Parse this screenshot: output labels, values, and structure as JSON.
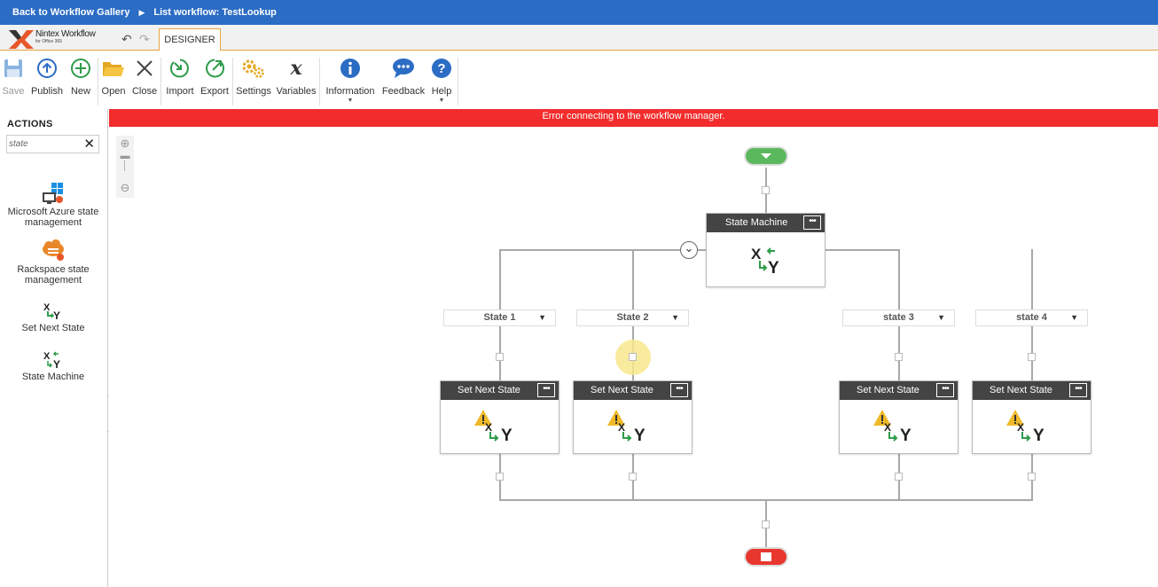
{
  "topbar": {
    "back_label": "Back to Workflow Gallery",
    "separator": "▶",
    "list_label": "List workflow: TestLookup"
  },
  "brand": {
    "name": "Nintex Workflow",
    "sub": "for Office 365"
  },
  "tabs": [
    {
      "label": "DESIGNER",
      "active": true
    }
  ],
  "toolbar": {
    "save": "Save",
    "publish": "Publish",
    "new": "New",
    "open": "Open",
    "close": "Close",
    "import": "Import",
    "export": "Export",
    "settings": "Settings",
    "variables": "Variables",
    "information": "Information",
    "feedback": "Feedback",
    "help": "Help"
  },
  "sidebar": {
    "title": "ACTIONS",
    "search_value": "state",
    "items": [
      {
        "label": "Microsoft Azure state management"
      },
      {
        "label": "Rackspace state management"
      },
      {
        "label": "Set Next State"
      },
      {
        "label": "State Machine"
      }
    ]
  },
  "canvas": {
    "error": "Error connecting to the workflow manager.",
    "state_machine_title": "State Machine",
    "states": [
      {
        "label": "State 1"
      },
      {
        "label": "State 2"
      },
      {
        "label": "state 3"
      },
      {
        "label": "state 4"
      }
    ],
    "actions": [
      {
        "title": "Set Next State"
      },
      {
        "title": "Set Next State"
      },
      {
        "title": "Set Next State"
      },
      {
        "title": "Set Next State"
      }
    ],
    "menu_glyph": "•••",
    "collapse_glyph": "⌄"
  },
  "colors": {
    "topbar": "#2b6cc4",
    "accent": "#e8a33d",
    "error": "#f22c2c",
    "start": "#5cb85c",
    "stop": "#e8372f"
  },
  "icons": [
    "save-icon",
    "publish-icon",
    "new-icon",
    "open-icon",
    "close-icon",
    "import-icon",
    "export-icon",
    "settings-icon",
    "variables-icon",
    "information-icon",
    "feedback-icon",
    "help-icon",
    "warning-icon",
    "xy-icon"
  ]
}
